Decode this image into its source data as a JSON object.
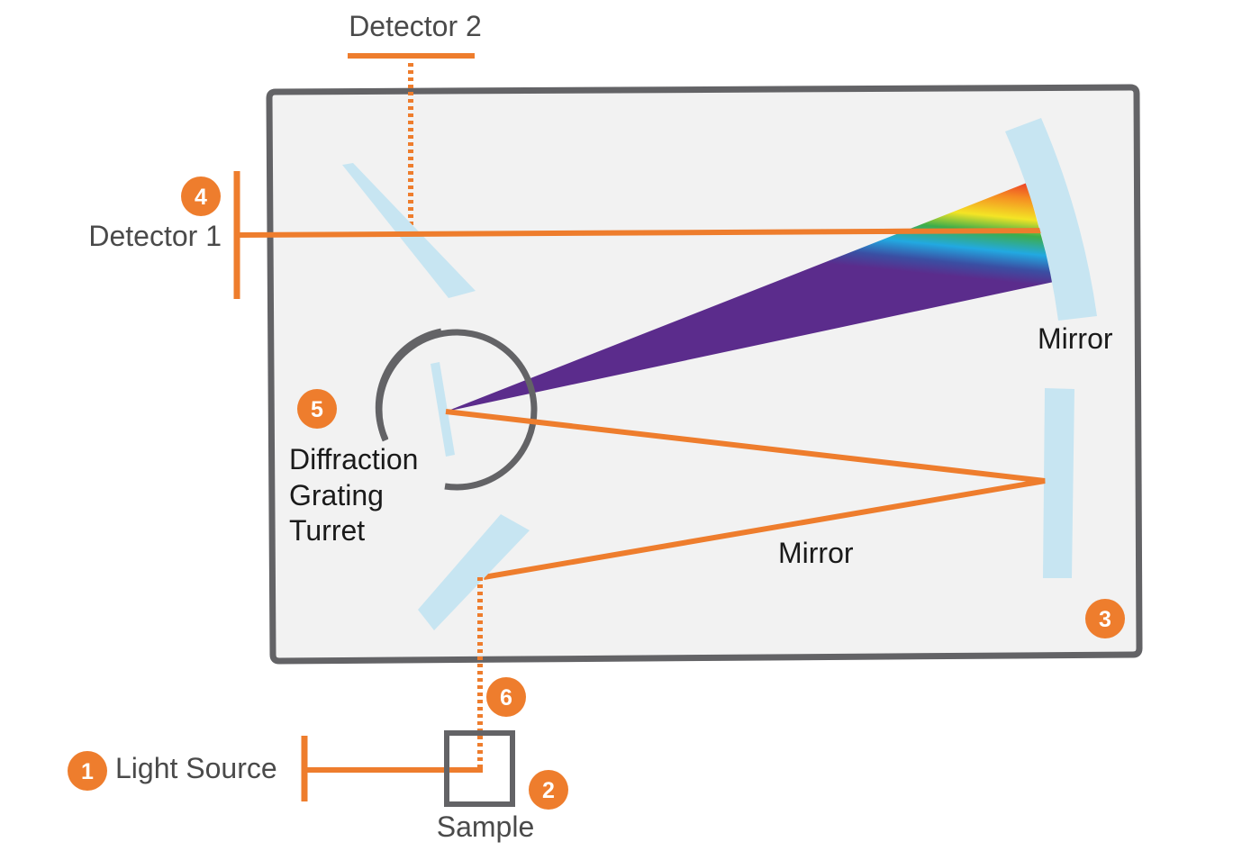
{
  "labels": {
    "detector1": "Detector 1",
    "detector2": "Detector 2",
    "light_source": "Light Source",
    "sample": "Sample",
    "mirror_top": "Mirror",
    "mirror_bottom": "Mirror",
    "grating_line1": "Diffraction",
    "grating_line2": "Grating",
    "grating_line3": "Turret"
  },
  "badges": [
    "1",
    "2",
    "3",
    "4",
    "5",
    "6"
  ],
  "colors": {
    "beam": "#ee7d2d",
    "mirror": "#c7e5f2",
    "housing_fill": "#f2f2f2",
    "housing_stroke": "#636366",
    "badge": "#ee7d2d"
  }
}
